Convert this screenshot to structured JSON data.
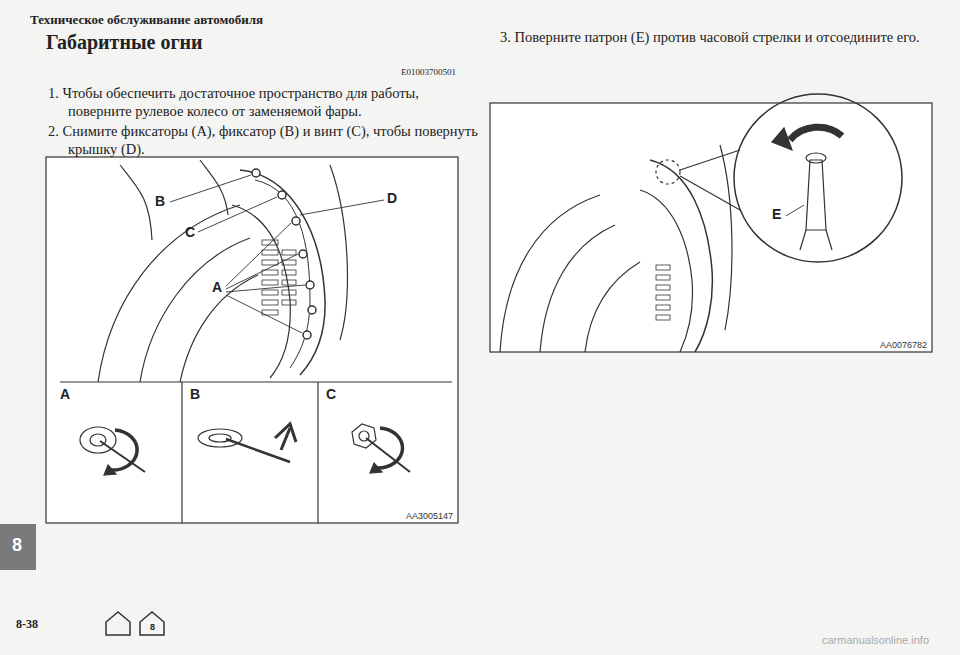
{
  "diagram": {
    "title": "Габаритные огни",
    "labels": [
      "Техническое обслуживание автомобиля",
      "E01003700501",
      "1. Чтобы обеспечить достаточное пространство для работы, поверните рулевое колесо от заменяемой фары.",
      "2. Снимите фиксаторы (A), фиксатор (B) и винт (C), чтобы повернуть крышку (D).",
      "3. Поверните патрон (E) против часовой стрелки и отсоедините его.",
      "B",
      "D",
      "C",
      "A",
      "A",
      "B",
      "C",
      "AA3005147",
      "E",
      "AA0076782",
      "8",
      "8-38",
      "8",
      "carmanualsonline.info"
    ]
  }
}
